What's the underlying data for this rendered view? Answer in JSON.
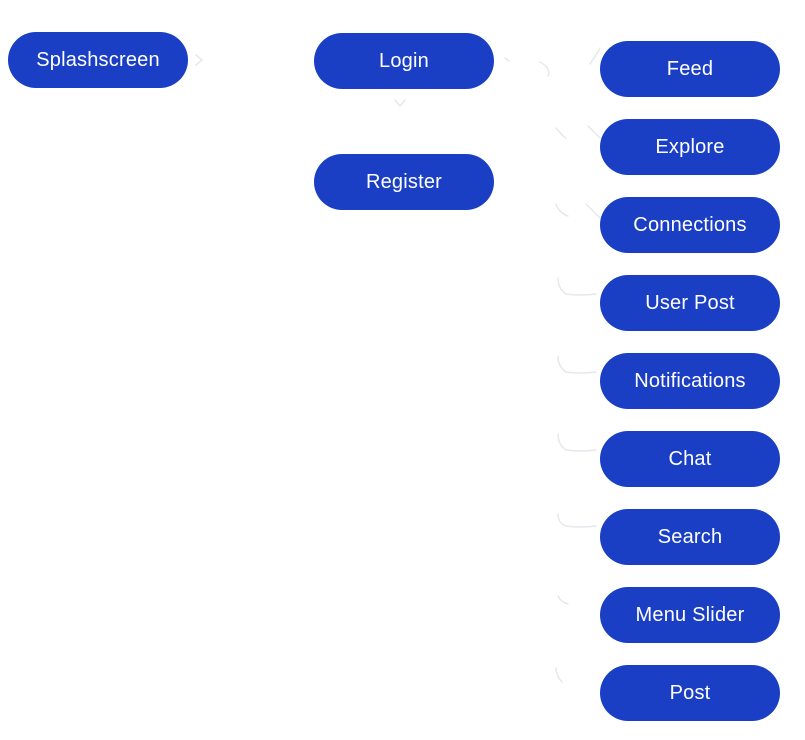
{
  "flow": {
    "entry": {
      "splash_label": "Splashscreen"
    },
    "auth": {
      "login_label": "Login",
      "register_label": "Register"
    },
    "screens": [
      {
        "label": "Feed"
      },
      {
        "label": "Explore"
      },
      {
        "label": "Connections"
      },
      {
        "label": "User Post"
      },
      {
        "label": "Notifications"
      },
      {
        "label": "Chat"
      },
      {
        "label": "Search"
      },
      {
        "label": "Menu Slider"
      },
      {
        "label": "Post"
      }
    ]
  },
  "theme": {
    "node_color": "#1a3fc4",
    "node_text_color": "#ffffff",
    "connector_color": "#e6e8ee"
  }
}
